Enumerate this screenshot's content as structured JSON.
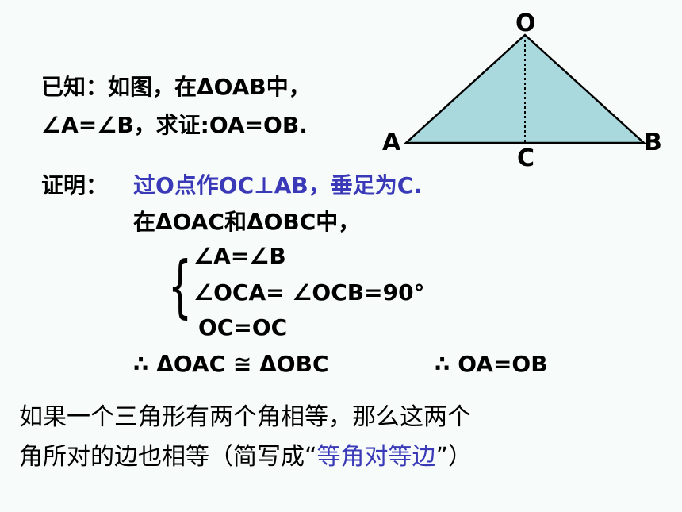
{
  "given": {
    "line1": "已知：如图，在ΔOAB中，",
    "line2": "∠A=∠B，求证:OA=OB."
  },
  "figure": {
    "label_o": "O",
    "label_a": "A",
    "label_b": "B",
    "label_c": "C",
    "fill_color": "#a9d8dd"
  },
  "proof": {
    "label": "证明：",
    "step1": "过O点作OC⊥AB，垂足为C.",
    "step2": "在ΔOAC和ΔOBC中，",
    "cond1": "∠A=∠B",
    "cond2": "∠OCA= ∠OCB=90°",
    "cond3": "OC=OC",
    "congruence": "∴ ΔOAC ≅  ΔOBC",
    "result": "∴  OA=OB"
  },
  "theorem": {
    "line1": "如果一个三角形有两个角相等，那么这两个",
    "line2_prefix": "角所对的边也相等（简写成“",
    "line2_highlight": "等角对等边",
    "line2_suffix": "”）"
  },
  "colors": {
    "highlight": "#3a3ab8",
    "background": "#f7fcfa"
  }
}
